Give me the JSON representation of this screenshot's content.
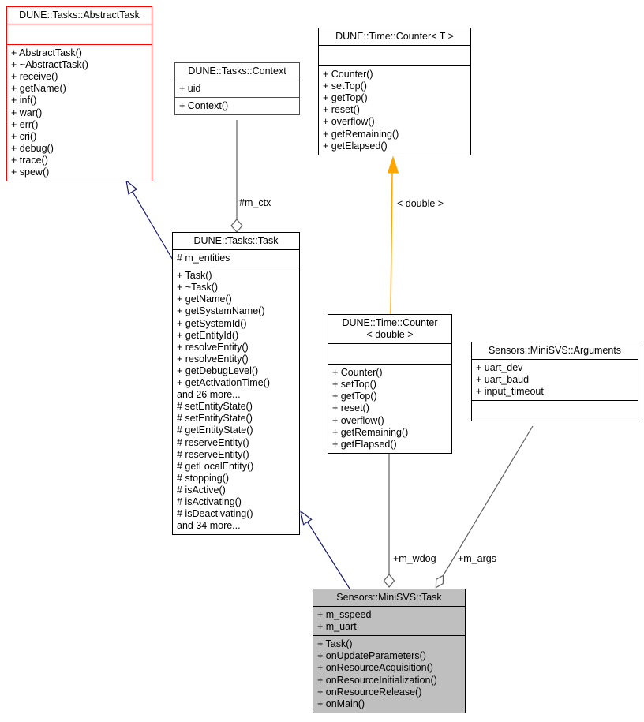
{
  "diagram": {
    "colors": {
      "red_border": "#ff0000",
      "black_border": "#000000",
      "highlight_fill": "#bfbfbf",
      "inheritance_color": "#191970",
      "template_color": "#ffa500",
      "edge_color": "#5f5f5f"
    }
  },
  "classes": {
    "abstract_task": {
      "title": "DUNE::Tasks::AbstractTask",
      "attributes": [],
      "methods": [
        "+ AbstractTask()",
        "+ ~AbstractTask()",
        "+ receive()",
        "+ getName()",
        "+ inf()",
        "+ war()",
        "+ err()",
        "+ cri()",
        "+ debug()",
        "+ trace()",
        "+ spew()"
      ]
    },
    "context": {
      "title": "DUNE::Tasks::Context",
      "attributes": [
        "+ uid"
      ],
      "methods": [
        "+ Context()"
      ]
    },
    "counter_t": {
      "title": "DUNE::Time::Counter< T >",
      "attributes": [],
      "methods": [
        "+ Counter()",
        "+ setTop()",
        "+ getTop()",
        "+ reset()",
        "+ overflow()",
        "+ getRemaining()",
        "+ getElapsed()"
      ]
    },
    "task": {
      "title": "DUNE::Tasks::Task",
      "attributes": [
        "# m_entities"
      ],
      "methods": [
        "+ Task()",
        "+ ~Task()",
        "+ getName()",
        "+ getSystemName()",
        "+ getSystemId()",
        "+ getEntityId()",
        "+ resolveEntity()",
        "+ resolveEntity()",
        "+ getDebugLevel()",
        "+ getActivationTime()",
        "and 26 more...",
        "# setEntityState()",
        "# setEntityState()",
        "# getEntityState()",
        "# reserveEntity()",
        "# reserveEntity()",
        "# getLocalEntity()",
        "# stopping()",
        "# isActive()",
        "# isActivating()",
        "# isDeactivating()",
        "and 34 more..."
      ]
    },
    "counter_double": {
      "title": "DUNE::Time::Counter\n< double >",
      "attributes": [],
      "methods": [
        "+ Counter()",
        "+ setTop()",
        "+ getTop()",
        "+ reset()",
        "+ overflow()",
        "+ getRemaining()",
        "+ getElapsed()"
      ]
    },
    "arguments": {
      "title": "Sensors::MiniSVS::Arguments",
      "attributes": [
        "+ uart_dev",
        "+ uart_baud",
        "+ input_timeout"
      ],
      "methods": []
    },
    "minisvs_task": {
      "title": "Sensors::MiniSVS::Task",
      "attributes": [
        "+ m_sspeed",
        "+ m_uart"
      ],
      "methods": [
        "+ Task()",
        "+ onUpdateParameters()",
        "+ onResourceAcquisition()",
        "+ onResourceInitialization()",
        "+ onResourceRelease()",
        "+ onMain()"
      ]
    }
  },
  "edges": {
    "m_ctx_label": "#m_ctx",
    "double_label": "< double >",
    "m_wdog_label": "+m_wdog",
    "m_args_label": "+m_args"
  }
}
